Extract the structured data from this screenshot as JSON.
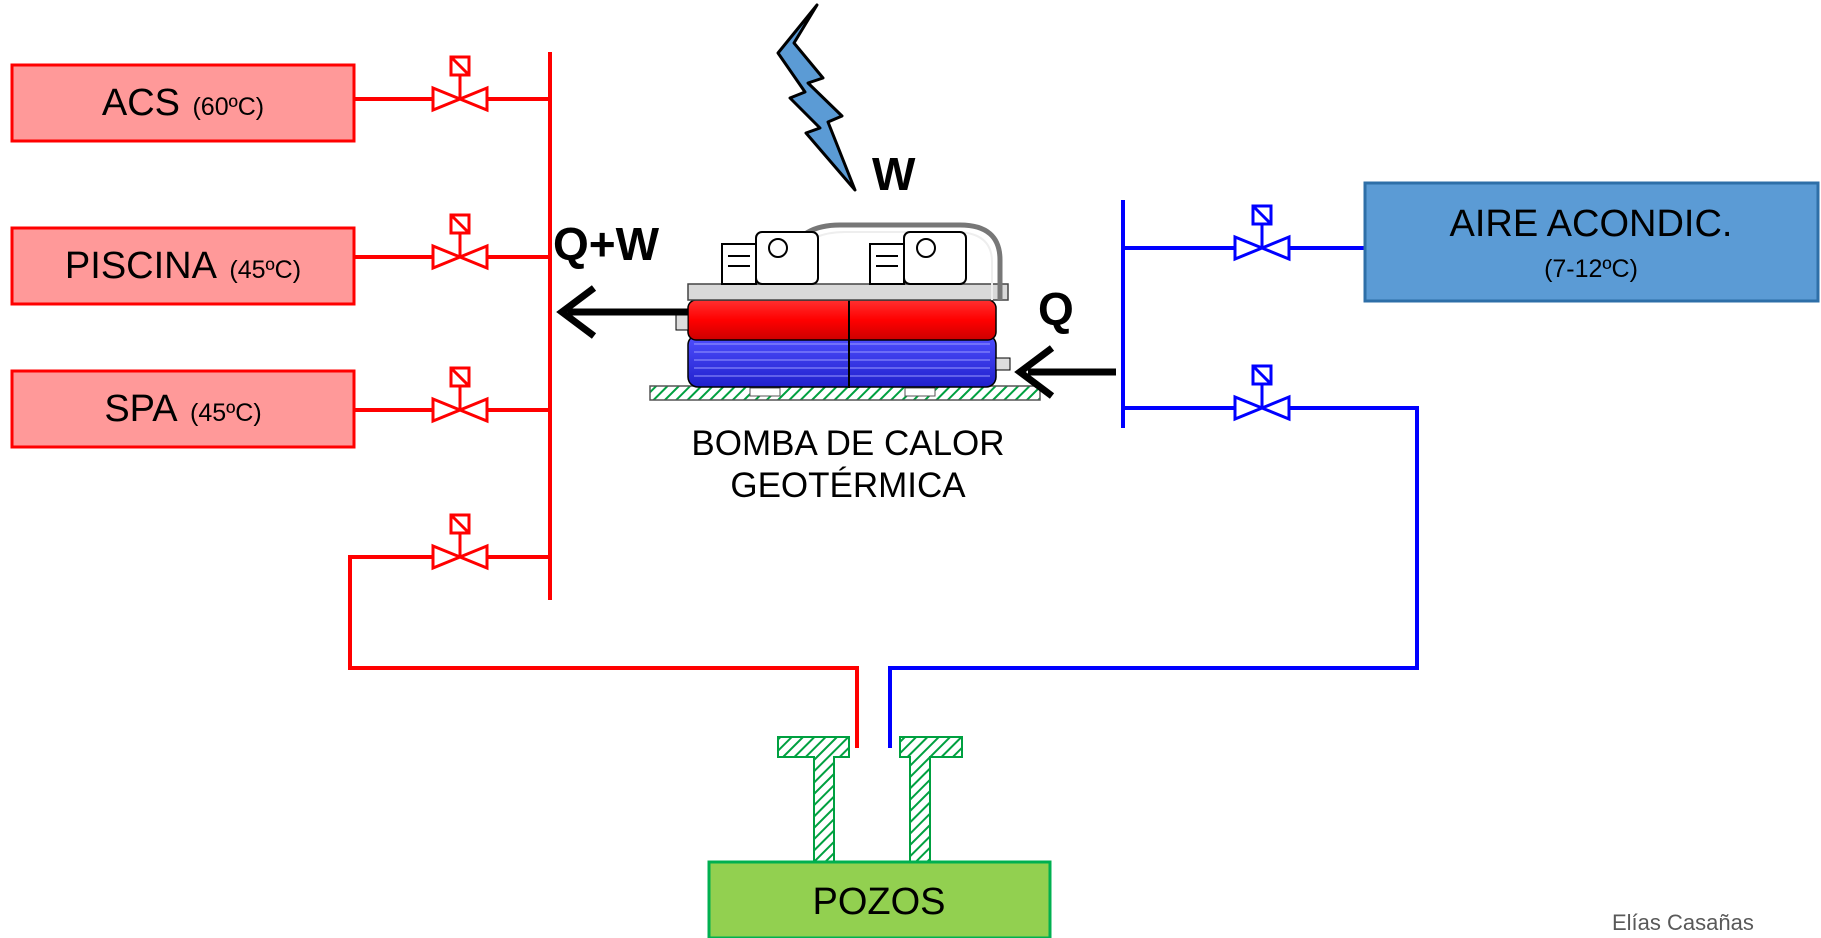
{
  "consumers_hot": [
    {
      "name": "ACS",
      "temp": "(60ºC)"
    },
    {
      "name": "PISCINA",
      "temp": "(45ºC)"
    },
    {
      "name": "SPA",
      "temp": "(45ºC)"
    }
  ],
  "consumer_cold": {
    "name": "AIRE ACONDIC.",
    "temp": "(7-12ºC)"
  },
  "labels": {
    "work": "W",
    "heat_out": "Q+W",
    "heat_in": "Q"
  },
  "heat_pump": {
    "line1": "BOMBA DE CALOR",
    "line2": "GEOTÉRMICA"
  },
  "wells": "POZOS",
  "credit": "Elías Casañas",
  "colors": {
    "hot_line": "#ff0000",
    "cold_line": "#0000ff",
    "hot_box": "#ff9999",
    "hot_box_border": "#ff0000",
    "cold_box": "#5b9bd5",
    "cold_box_border": "#2e6fa8",
    "well_box": "#92d050",
    "well_box_border": "#00b050",
    "hatch": "#00a040",
    "bolt": "#5b9bd5"
  },
  "icons": [
    "lightning-bolt-icon",
    "solenoid-valve-icon",
    "arrow-left-icon"
  ]
}
